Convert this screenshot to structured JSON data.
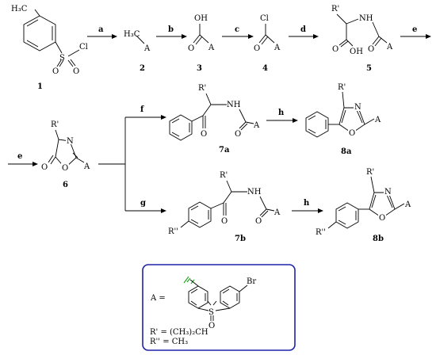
{
  "colors": {
    "oxygen": "#e8001c",
    "nitrogen": "#1a1aff",
    "sulfur": "#e6a000",
    "chlorine": "#22aa22",
    "bromine": "#7a3b00",
    "legend_border": "#1e22a8"
  },
  "atoms": {
    "h3c": "H₃C",
    "s": "S",
    "o": "O",
    "oh": "OH",
    "cl": "Cl",
    "a": "A",
    "n": "N",
    "nh": "NH",
    "r1": "R'",
    "r2": "R''",
    "br": "Br"
  },
  "compounds": {
    "c1": "1",
    "c2": "2",
    "c3": "3",
    "c4": "4",
    "c5": "5",
    "c6": "6",
    "c7a": "7a",
    "c8a": "8a",
    "c7b": "7b",
    "c8b": "8b"
  },
  "steps": {
    "a": "a",
    "b": "b",
    "c": "c",
    "d": "d",
    "e": "e",
    "f": "f",
    "g": "g",
    "h": "h"
  },
  "legend": {
    "a_def": "A =",
    "r1_def": "R' = (CH₃)₂CH",
    "r2_def": "R'' = CH₃"
  }
}
